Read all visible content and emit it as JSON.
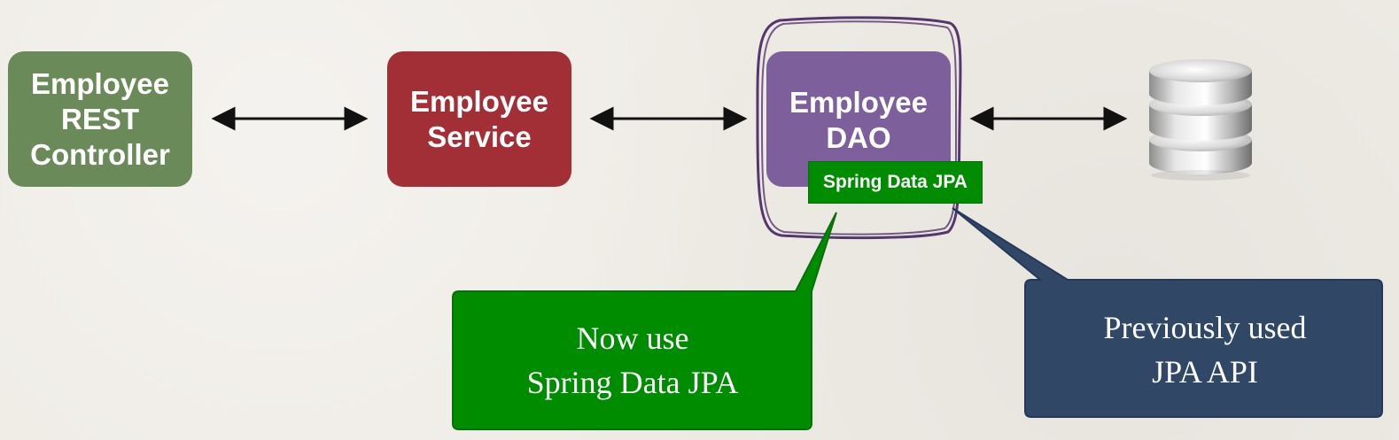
{
  "nodes": {
    "controller": {
      "lines": [
        "Employee",
        "REST",
        "Controller"
      ],
      "color": "#6b8a59"
    },
    "service": {
      "lines": [
        "Employee",
        "Service"
      ],
      "color": "#a12f35"
    },
    "dao": {
      "lines": [
        "Employee",
        "DAO"
      ],
      "color": "#7d5f9c"
    }
  },
  "dao_tag": {
    "label": "Spring Data JPA",
    "color": "#008c00"
  },
  "database": {
    "icon": "database-icon"
  },
  "callouts": {
    "now": {
      "lines": [
        "Now use",
        "Spring Data JPA"
      ],
      "color": "#008c00"
    },
    "previously": {
      "lines": [
        "Previously used",
        "JPA API"
      ],
      "color": "#304766"
    }
  },
  "highlight": {
    "color": "#55366e"
  },
  "arrow_color": "#111111"
}
